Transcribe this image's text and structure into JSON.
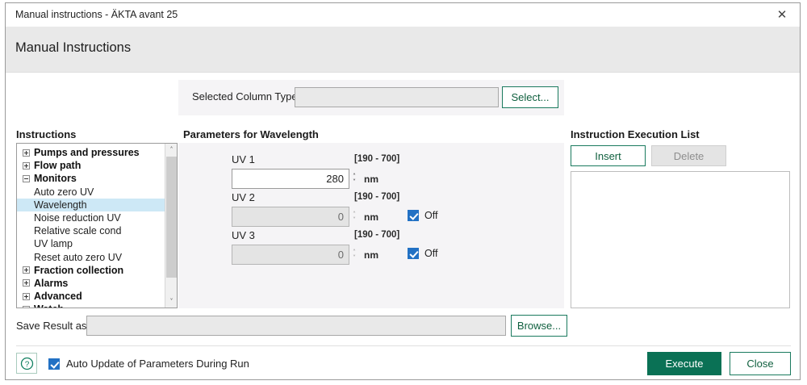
{
  "window": {
    "title": "Manual instructions - ÄKTA avant 25",
    "close_icon": "close-icon",
    "close_glyph": "✕"
  },
  "header": {
    "title": "Manual Instructions"
  },
  "column_type": {
    "label": "Selected Column Type",
    "value": "",
    "select_button": "Select..."
  },
  "instructions": {
    "heading": "Instructions",
    "tree": [
      {
        "label": "Pumps and pressures",
        "level": 0,
        "state": "collapsed",
        "selected": false
      },
      {
        "label": "Flow path",
        "level": 0,
        "state": "collapsed",
        "selected": false
      },
      {
        "label": "Monitors",
        "level": 0,
        "state": "expanded",
        "selected": false
      },
      {
        "label": "Auto zero UV",
        "level": 1,
        "state": "leaf",
        "selected": false
      },
      {
        "label": "Wavelength",
        "level": 1,
        "state": "leaf",
        "selected": true
      },
      {
        "label": "Noise reduction UV",
        "level": 1,
        "state": "leaf",
        "selected": false
      },
      {
        "label": "Relative scale cond",
        "level": 1,
        "state": "leaf",
        "selected": false
      },
      {
        "label": "UV lamp",
        "level": 1,
        "state": "leaf",
        "selected": false
      },
      {
        "label": "Reset auto zero UV",
        "level": 1,
        "state": "leaf",
        "selected": false
      },
      {
        "label": "Fraction collection",
        "level": 0,
        "state": "collapsed",
        "selected": false
      },
      {
        "label": "Alarms",
        "level": 0,
        "state": "collapsed",
        "selected": false
      },
      {
        "label": "Advanced",
        "level": 0,
        "state": "collapsed",
        "selected": false
      },
      {
        "label": "Watch",
        "level": 0,
        "state": "expanded",
        "selected": false
      }
    ],
    "scroll_up_glyph": "˄",
    "scroll_down_glyph": "˅"
  },
  "parameters": {
    "heading": "Parameters for Wavelength",
    "fields": [
      {
        "label": "UV 1",
        "range": "[190 - 700]",
        "value": "280",
        "unit": "nm",
        "disabled": false,
        "has_off": false,
        "off_label": "",
        "off_checked": false
      },
      {
        "label": "UV 2",
        "range": "[190 - 700]",
        "value": "0",
        "unit": "nm",
        "disabled": true,
        "has_off": true,
        "off_label": "Off",
        "off_checked": true
      },
      {
        "label": "UV 3",
        "range": "[190 - 700]",
        "value": "0",
        "unit": "nm",
        "disabled": true,
        "has_off": true,
        "off_label": "Off",
        "off_checked": true
      }
    ],
    "spin_up_glyph": "˄",
    "spin_down_glyph": "˅"
  },
  "execution_list": {
    "heading": "Instruction Execution List",
    "insert_button": "Insert",
    "delete_button": "Delete",
    "items": []
  },
  "save_result": {
    "label": "Save Result as",
    "value": "",
    "browse_button": "Browse..."
  },
  "footer": {
    "help_icon": "help-icon",
    "auto_update_label": "Auto Update of Parameters During Run",
    "auto_update_checked": true,
    "execute_button": "Execute",
    "close_button": "Close"
  },
  "colors": {
    "accent_green": "#0a7155",
    "outline_green": "#1a7a5e",
    "checkbox_blue": "#2271c4",
    "selection_blue": "#cde8f6",
    "header_band": "#e9e9e9",
    "panel_bg": "#f5f4f6"
  }
}
